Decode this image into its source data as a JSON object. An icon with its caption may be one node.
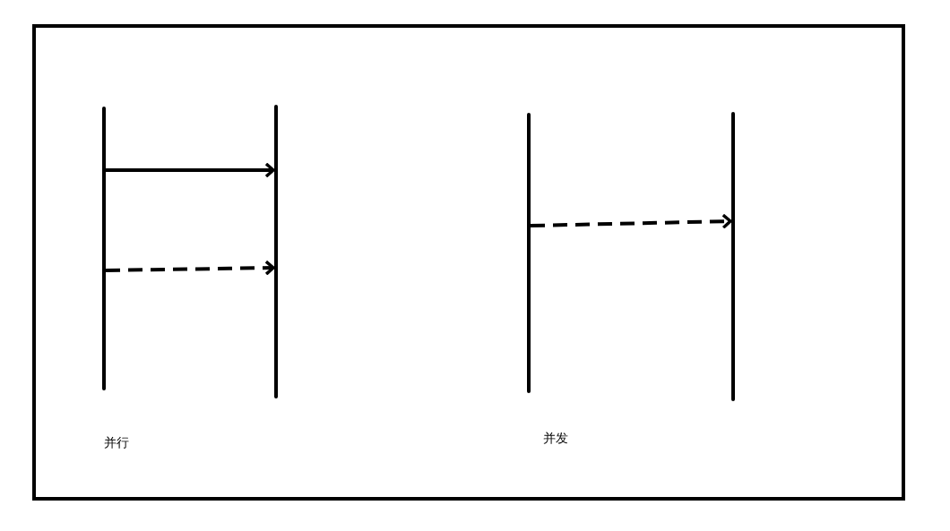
{
  "diagram": {
    "nodes": [
      {
        "text": [],
        "shape": "bar"
      },
      {
        "text": [],
        "shape": "bar"
      },
      {
        "text": [],
        "shape": "bar"
      },
      {
        "text": [],
        "shape": "bar"
      }
    ],
    "edges": [
      {
        "from": 0,
        "to": 1,
        "arrow": "to"
      },
      {
        "from": 0,
        "to": 1,
        "arrow": "to",
        "style": "dashed"
      },
      {
        "from": 2,
        "to": 3,
        "arrow": "to",
        "style": "dashed"
      }
    ],
    "labels": [
      "并行",
      "并发"
    ]
  }
}
